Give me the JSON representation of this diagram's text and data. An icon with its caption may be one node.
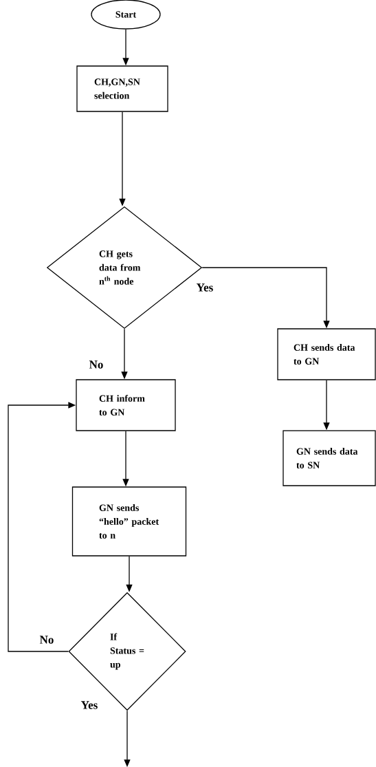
{
  "diagram": {
    "nodes": [
      {
        "text": [
          "Start"
        ]
      },
      {
        "text": [
          "CH,GN,SN selection"
        ]
      },
      {
        "text": [
          "CH gets data from n$^{th}$ node"
        ]
      },
      {
        "text": [
          "CH sends data to GN"
        ]
      },
      {
        "text": [
          "GN sends data to SN"
        ]
      },
      {
        "text": [
          "CH inform to GN"
        ]
      },
      {
        "text": [
          "GN sends “hello” packet to n"
        ]
      },
      {
        "text": [
          "If Status = up"
        ]
      }
    ],
    "edges": [
      {
        "from": 0,
        "to": 1,
        "arrow": "to"
      },
      {
        "from": 1,
        "to": 2,
        "arrow": "to"
      },
      {
        "from": 2,
        "to": 3,
        "arrow": "to",
        "label": "Yes"
      },
      {
        "from": 2,
        "to": 5,
        "arrow": "to",
        "label": "No"
      },
      {
        "from": 3,
        "to": 4,
        "arrow": "to"
      },
      {
        "from": 5,
        "to": 6,
        "arrow": "to"
      },
      {
        "from": 6,
        "to": 7,
        "arrow": "to"
      },
      {
        "from": 7,
        "to": 5,
        "arrow": "to",
        "label": "No"
      },
      {
        "from": 7,
        "to": null,
        "arrow": "to",
        "label": "Yes"
      }
    ]
  }
}
